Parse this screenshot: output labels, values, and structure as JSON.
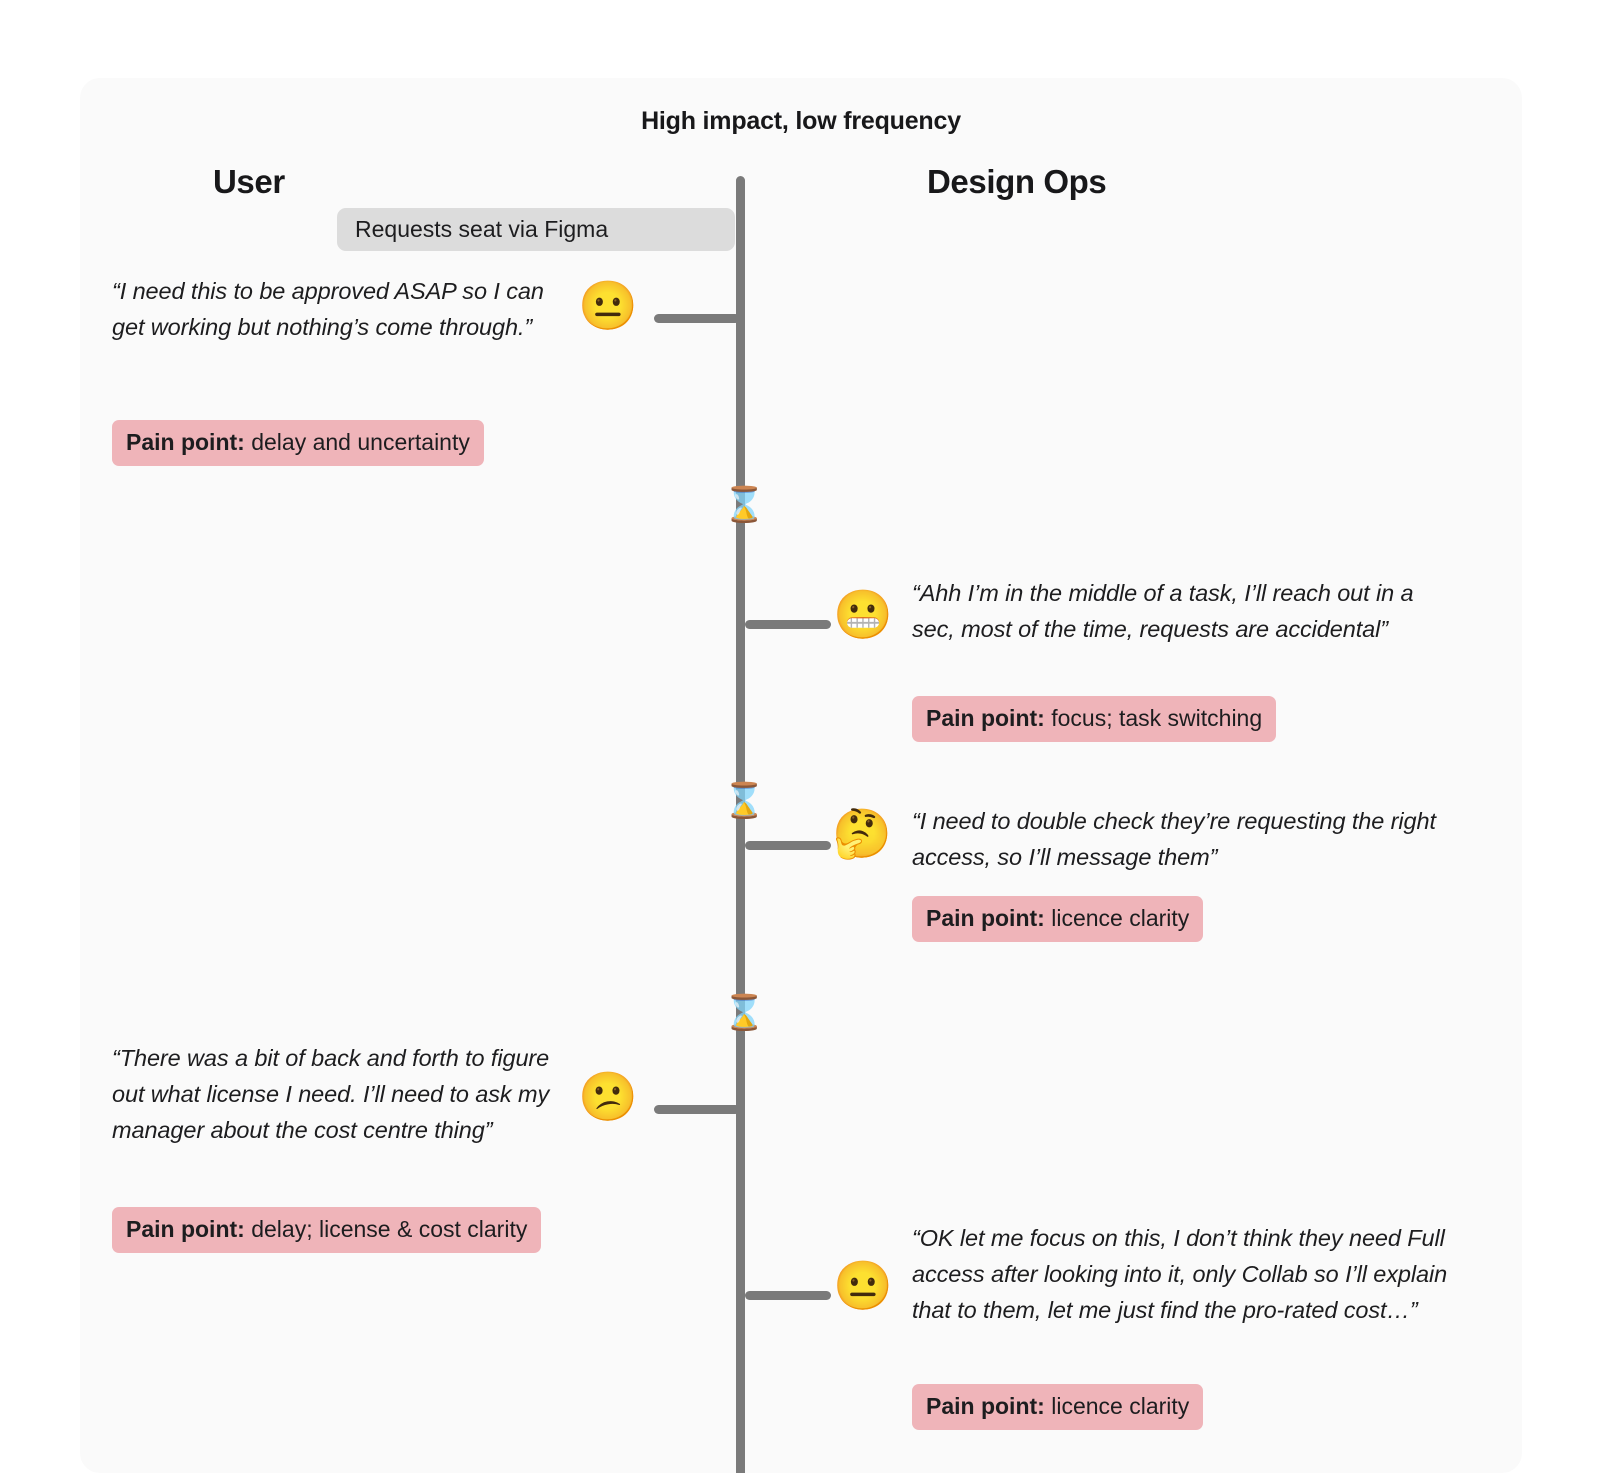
{
  "board": {
    "title": "High impact, low frequency",
    "lanes": {
      "left": "User",
      "right": "Design Ops"
    },
    "step_chip": "Requests seat via Figma",
    "colors": {
      "page_background": "#ffffff",
      "card_background": "#fafafa",
      "timeline": "#7a7a7a",
      "pain_badge": "#efb4b9",
      "step_chip": "#dcdcdc",
      "text": "#1d1d1f"
    },
    "pain_label": "Pain point:"
  },
  "entries": [
    {
      "side": "left",
      "emoji": "😐",
      "emoji_name": "neutral-face-emoji",
      "quote": "“I need this to be approved ASAP so I can get working but nothing’s come through.”",
      "pain_label": "Pain point:",
      "pain_text": "delay and uncertainty"
    },
    {
      "side": "right",
      "emoji": "😬",
      "emoji_name": "grimacing-face-emoji",
      "quote": "“Ahh I’m in the middle of a task, I’ll reach out in a sec, most of the time, requests are accidental”",
      "pain_label": "Pain point:",
      "pain_text": "focus; task switching"
    },
    {
      "side": "right",
      "emoji": "🤔",
      "emoji_name": "thinking-face-emoji",
      "quote": "“I need to double check they’re requesting the right access, so I’ll message them”",
      "pain_label": "Pain point:",
      "pain_text": "licence clarity"
    },
    {
      "side": "left",
      "emoji": "😕",
      "emoji_name": "confused-face-emoji",
      "quote": "“There was a bit of back and forth to figure out what license I need. I’ll need to ask my manager about the cost centre thing”",
      "pain_label": "Pain point:",
      "pain_text": "delay; license & cost clarity"
    },
    {
      "side": "right",
      "emoji": "😐",
      "emoji_name": "neutral-face-emoji",
      "quote": "“OK let me focus on this, I don’t think they need Full access after looking into it, only Collab so I’ll explain that to them, let me just find the pro-rated cost…”",
      "pain_label": "Pain point:",
      "pain_text": "licence clarity"
    }
  ],
  "waits": [
    {
      "icon": "⌛",
      "icon_name": "hourglass-icon"
    },
    {
      "icon": "⌛",
      "icon_name": "hourglass-icon"
    },
    {
      "icon": "⌛",
      "icon_name": "hourglass-icon"
    }
  ]
}
